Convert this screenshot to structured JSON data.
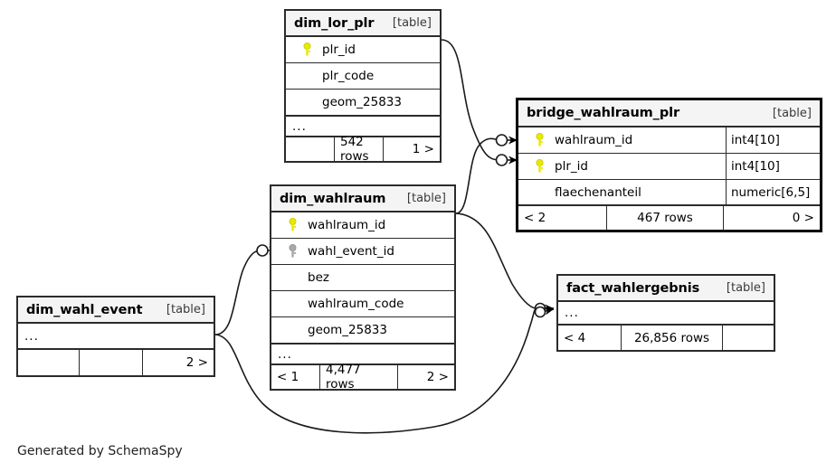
{
  "diagram": {
    "credit": "Generated by SchemaSpy",
    "table_tag": "[table]",
    "ellipsis": "...",
    "colors": {
      "primary_key": "#e8e800",
      "foreign_key": "#a8a8a8",
      "border": "#2b2b2b",
      "header_bg": "#f4f4f4",
      "background": "#ffffff"
    }
  },
  "tables": {
    "dim_lor_plr": {
      "name": "dim_lor_plr",
      "tag": "[table]",
      "columns": [
        {
          "name": "plr_id",
          "key": "primary",
          "type": ""
        },
        {
          "name": "plr_code",
          "key": "none",
          "type": ""
        },
        {
          "name": "geom_25833",
          "key": "none",
          "type": ""
        }
      ],
      "more": "...",
      "footer": {
        "left": "",
        "mid": "542 rows",
        "right": "1 >"
      }
    },
    "bridge_wahlraum_plr": {
      "name": "bridge_wahlraum_plr",
      "tag": "[table]",
      "columns": [
        {
          "name": "wahlraum_id",
          "key": "primary",
          "type": "int4[10]"
        },
        {
          "name": "plr_id",
          "key": "primary",
          "type": "int4[10]"
        },
        {
          "name": "flaechenanteil",
          "key": "none",
          "type": "numeric[6,5]"
        }
      ],
      "footer": {
        "left": "< 2",
        "mid": "467 rows",
        "right": "0 >"
      }
    },
    "dim_wahlraum": {
      "name": "dim_wahlraum",
      "tag": "[table]",
      "columns": [
        {
          "name": "wahlraum_id",
          "key": "primary",
          "type": ""
        },
        {
          "name": "wahl_event_id",
          "key": "foreign",
          "type": ""
        },
        {
          "name": "bez",
          "key": "none",
          "type": ""
        },
        {
          "name": "wahlraum_code",
          "key": "none",
          "type": ""
        },
        {
          "name": "geom_25833",
          "key": "none",
          "type": ""
        }
      ],
      "more": "...",
      "footer": {
        "left": "< 1",
        "mid": "4,477 rows",
        "right": "2 >"
      }
    },
    "dim_wahl_event": {
      "name": "dim_wahl_event",
      "tag": "[table]",
      "columns": [],
      "more": "...",
      "footer": {
        "left": "",
        "mid": "",
        "right": "2 >"
      }
    },
    "fact_wahlergebnis": {
      "name": "fact_wahlergebnis",
      "tag": "[table]",
      "columns": [],
      "more": "...",
      "footer": {
        "left": "< 4",
        "mid": "26,856 rows",
        "right": ""
      }
    }
  },
  "relationships": [
    {
      "from": "dim_lor_plr.plr_id",
      "to": "bridge_wahlraum_plr.plr_id",
      "cardinality": "zero-or-more"
    },
    {
      "from": "dim_wahlraum.wahlraum_id",
      "to": "bridge_wahlraum_plr.wahlraum_id",
      "cardinality": "zero-or-more"
    },
    {
      "from": "dim_wahlraum.wahlraum_id",
      "to": "fact_wahlergebnis",
      "cardinality": "zero-or-more"
    },
    {
      "from": "dim_wahl_event",
      "to": "dim_wahlraum.wahl_event_id",
      "cardinality": "zero-or-more"
    },
    {
      "from": "dim_wahl_event",
      "to": "fact_wahlergebnis",
      "cardinality": "zero-or-more"
    }
  ]
}
